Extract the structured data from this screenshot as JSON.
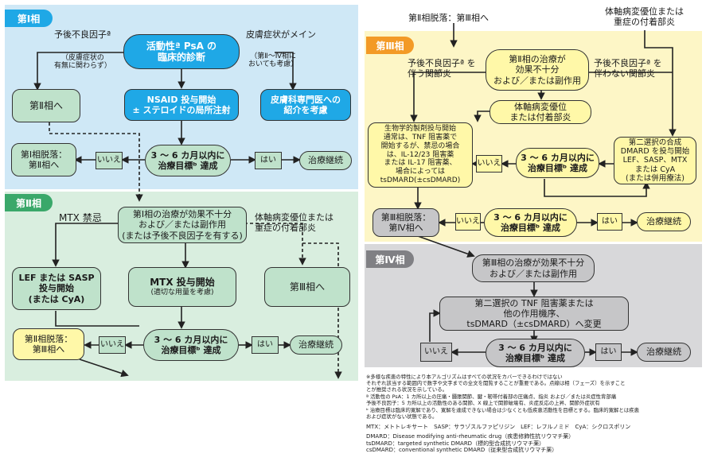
{
  "colors": {
    "phase1": "#cfe8f6",
    "phase2": "#d9eedf",
    "phase3": "#fdf6c6",
    "phase4": "#d8d8da",
    "blue": "#1fa8e6",
    "green": "#bfe2cb",
    "yellow": "#fff8a8",
    "grey": "#c6c6c8",
    "orange": "#f39a26"
  },
  "phase1": {
    "title": "第Ⅰ相",
    "poor_prognosis": "予後不良因子ª",
    "with_skin": "（皮膚症状の\n有無に関わらず）",
    "diagnosis": "活動性ª PsA の\n臨床的診断",
    "skin_main": "皮膚症状がメイン",
    "skin_note": "（第Ⅱ～Ⅳ相に\nおいても考慮）",
    "to_phase2": "第Ⅱ相へ",
    "nsaid": "NSAID 投与開始\n± ステロイドの局所注射",
    "derm_referral": "皮膚科専門医への\n紹介を考慮",
    "fail_label": "第Ⅰ相脱落：\n第Ⅱ相へ",
    "no": "いいえ",
    "target": "3 ～ 6 カ月以内に\n治療目標ᵇ 達成",
    "yes": "はい",
    "continue": "治療継続"
  },
  "phase2": {
    "title": "第Ⅱ相",
    "mtx_contra": "MTX 禁忌",
    "failure": "第Ⅰ相の治療が効果不十分\nおよび／または副作用\n(または予後不良因子を有する)",
    "axial_or_enth": "体軸病変優位または\n重症の付着部炎",
    "lef_sasp": "LEF または SASP\n投与開始\n(または CyA)",
    "mtx_start": "MTX 投与開始",
    "mtx_note": "(適切な用量を考慮)",
    "to_phase3": "第Ⅲ相へ",
    "fail_label": "第Ⅱ相脱落：\n第Ⅲ相へ",
    "no": "いいえ",
    "target": "3 ～ 6 カ月以内に\n治療目標ᵇ 達成",
    "yes": "はい",
    "continue": "治療継続"
  },
  "phase3": {
    "title": "第Ⅲ相",
    "from_phase2": "第Ⅱ相脱落：第Ⅲ相へ",
    "axial_top": "体軸病変優位または\n重症の付着部炎",
    "poor_with": "予後不良因子ª を\n伴う関節炎",
    "failure": "第Ⅱ相の治療が\n効果不十分\nおよび／または副作用",
    "poor_without": "予後不良因子ª を\n伴わない関節炎",
    "axial_mid": "体軸病変優位\nまたは付着部炎",
    "biologic": "生物学的製剤投与開始\n通常は、TNF 阻害薬で\n開始するが、禁忌の場合\nは、IL-12/23 阻害薬\nまたは IL-17 阻害薬、\n場合によっては\ntsDMARD(±csDMARD)",
    "second_csdmard": "第二選択の合成\nDMARD を投与開始\nLEF、SASP、MTX\nまたは CyA\n(または併用療法)",
    "no_mid": "いいえ",
    "target_mid": "3 ～ 6 カ月以内に\n治療目標ᵇ 達成",
    "fail_label": "第Ⅲ相脱落：\n第Ⅳ相へ",
    "no": "いいえ",
    "target": "3 ～ 6 カ月以内に\n治療目標ᵇ 達成",
    "yes": "はい",
    "continue": "治療継続"
  },
  "phase4": {
    "title": "第Ⅳ相",
    "failure": "第Ⅲ相の治療が効果不十分\nおよび／または副作用",
    "switch": "第二選択の TNF 阻害薬または\n他の作用機序、\ntsDMARD（±csDMARD）へ変更",
    "no": "いいえ",
    "target": "3 ～ 6 カ月以内に\n治療目標ᵇ 達成",
    "yes": "はい",
    "continue": "治療継続"
  },
  "notes": {
    "n1": "※多様な疾患の特性により本アルゴリズムはすべての状況をカバーできるわけではない\nそれぞれ該当する範囲内で数字や文字までの全文を閲覧することが重要である。点線は相（フェーズ）を示すこと\nとが推奨される状況を示している。",
    "na": "ª 活動性の PsA：1 カ所以上の圧痛・腫脹関節、腱・靭帯付着部の圧痛点、指炎 および／または炎症性背部痛\n予後不良因子：5 カ所以上の活動性のある関節、X 線上で関節破壊有、炎症反応の上昇、関節外症状有",
    "nb": "ᵇ 治療目標は臨床的寛解であり、寛解を達成できない場合は少なくとも低疾患活動性を目標とする。臨床的寛解とは疾患\nおよび症状がない状態である。",
    "abbr1": "MTX：メトトレキサート　SASP：サラゾスルファピリジン　LEF：レフルノミド　CyA：シクロスポリン",
    "abbr2": "DMARD：Disease modifying anti-rheumatic drug（疾患修飾性抗リウマチ薬）",
    "abbr3": "tsDMARD：targeted synthetic DMARD（標的型合成抗リウマチ薬）",
    "abbr4": "csDMARD：conventional synthetic DMARD（従来型合成抗リウマチ薬）"
  }
}
